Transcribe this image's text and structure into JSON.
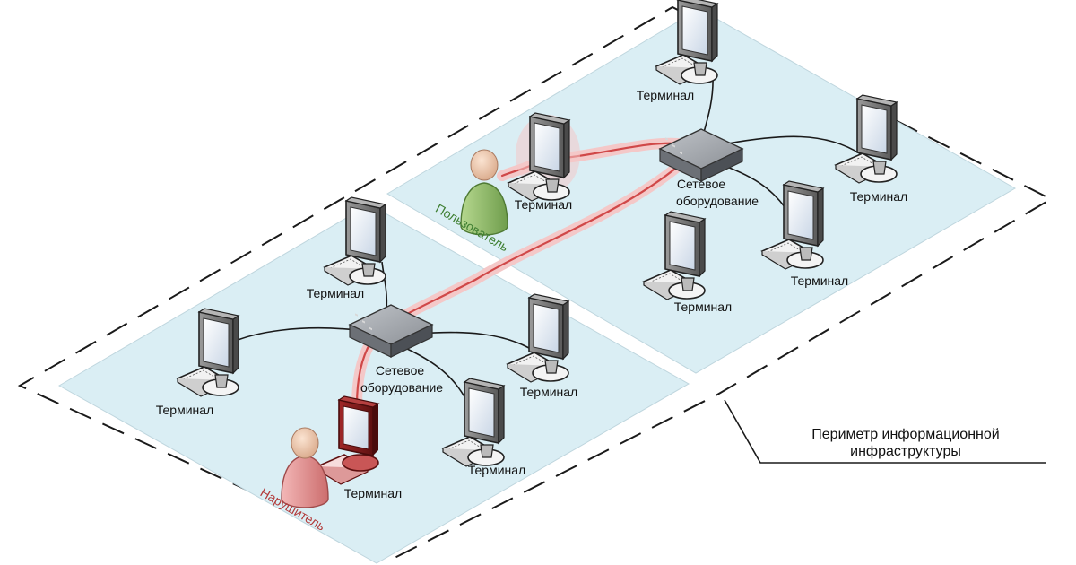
{
  "perimeter_label": {
    "line1": "Периметр информационной",
    "line2": "инфраструктуры"
  },
  "terminal_label": "Терминал",
  "network_equipment": {
    "line1": "Сетевое",
    "line2": "оборудование"
  },
  "roles": {
    "user": "Пользователь",
    "intruder": "Нарушитель"
  },
  "colors": {
    "zone_fill": "#daeef4",
    "path_highlight": "#e07b7b",
    "user_body": "#8dbb6a",
    "intruder_body": "#e09292",
    "user_label": "#3f7f32",
    "intruder_label": "#b23a3a"
  },
  "icons": {
    "terminal": "desktop-computer-icon",
    "switch": "network-switch-icon",
    "person": "person-icon"
  }
}
